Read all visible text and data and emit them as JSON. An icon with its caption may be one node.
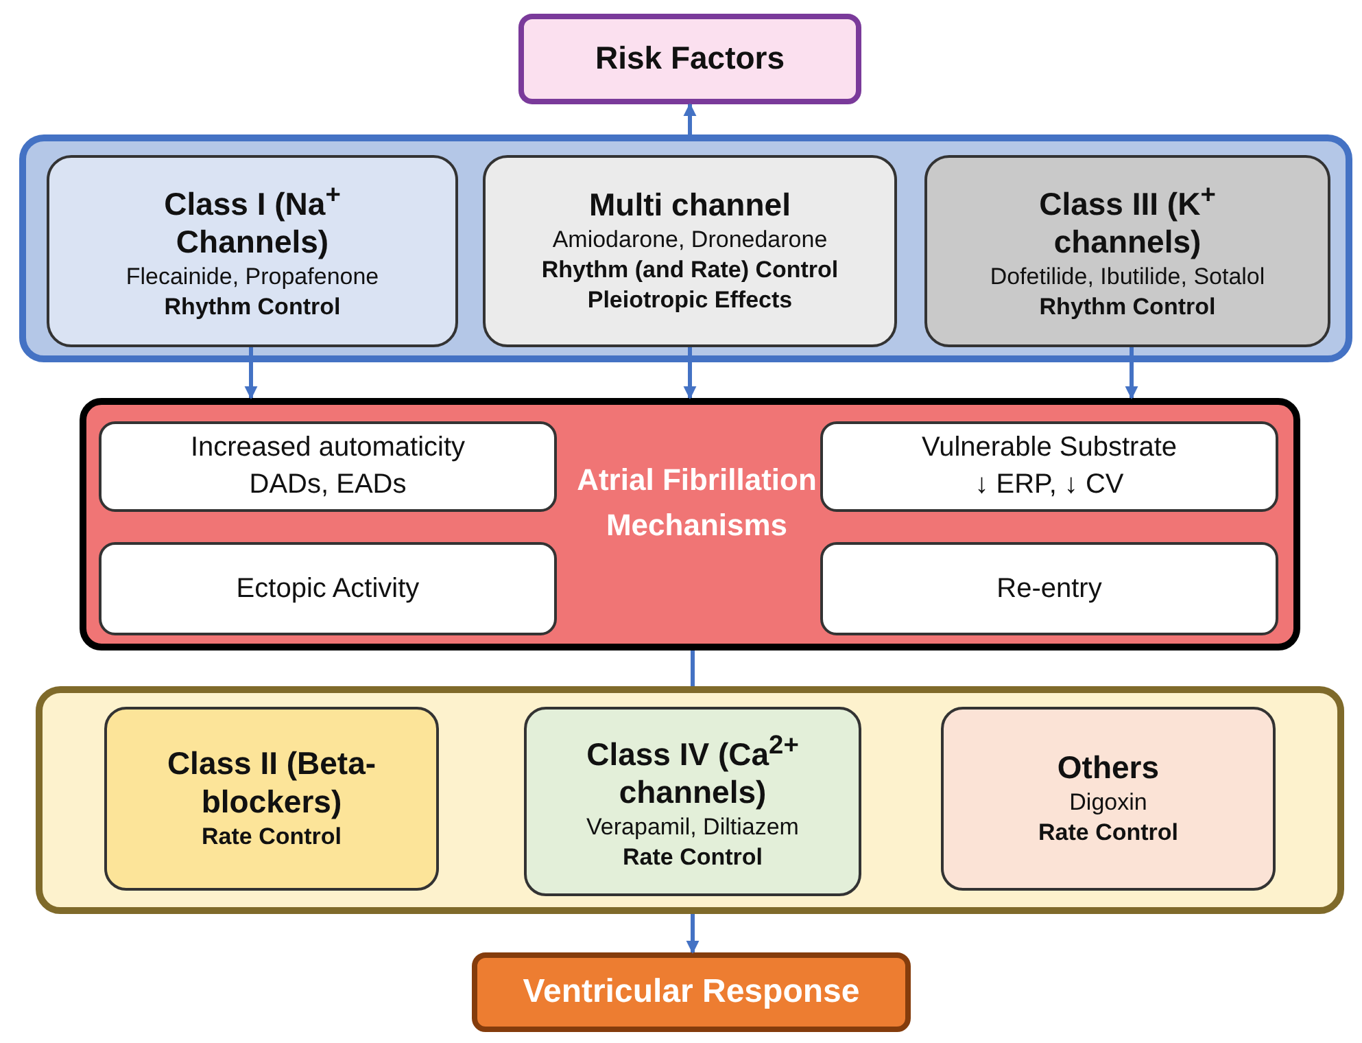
{
  "diagram": {
    "nodes": [
      {
        "text": [
          "Risk Factors"
        ]
      },
      {
        "text": [],
        "shape": "box"
      },
      {
        "text": [
          "Class I (Na$^{+}$ Channels)",
          "Flecainide, Propafenone",
          "Rhythm Control"
        ],
        "in": 1
      },
      {
        "text": [
          "Multi channel",
          "Amiodarone, Dronedarone",
          "Rhythm (and Rate) Control",
          "Pleiotropic Effects"
        ],
        "in": 1
      },
      {
        "text": [
          "Class III (K$^{+}$ channels)",
          "Dofetilide, Ibutilide, Sotalol",
          "Rhythm Control"
        ],
        "in": 1
      },
      {
        "text": [
          "Atrial Fibrillation Mechanisms"
        ]
      },
      {
        "text": [
          "Increased automaticity",
          "DADs, EADs"
        ],
        "in": 5
      },
      {
        "text": [
          "Vulnerable Substrate",
          "↓ ERP, ↓ CV"
        ],
        "in": 5
      },
      {
        "text": [
          "Ectopic Activity"
        ],
        "in": 5
      },
      {
        "text": [
          "Re-entry"
        ],
        "in": 5
      },
      {
        "text": [],
        "shape": "box"
      },
      {
        "text": [
          "Class II (Beta-blockers)",
          "Rate Control"
        ],
        "in": 10
      },
      {
        "text": [
          "Class IV (Ca$^{2+}$ channels)",
          "Verapamil, Diltiazem",
          "Rate Control"
        ],
        "in": 10
      },
      {
        "text": [
          "Others",
          "Digoxin",
          "Rate Control"
        ],
        "in": 10
      },
      {
        "text": [
          "Ventricular Response"
        ]
      }
    ],
    "edges": [
      {
        "from": 1,
        "to": 0,
        "arrow": "to"
      },
      {
        "from": 2,
        "to": 5,
        "arrow": "to"
      },
      {
        "from": 3,
        "to": 5,
        "arrow": "to"
      },
      {
        "from": 4,
        "to": 5,
        "arrow": "to"
      },
      {
        "from": 5,
        "to": 10,
        "arrow": "none"
      },
      {
        "from": 10,
        "to": 14,
        "arrow": "to"
      }
    ]
  }
}
